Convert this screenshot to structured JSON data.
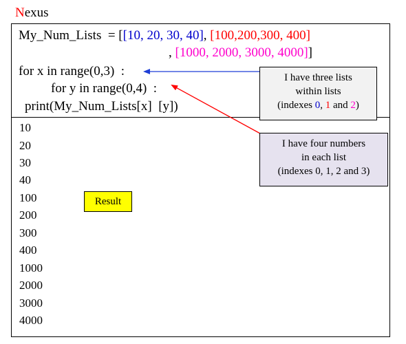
{
  "title": {
    "first": "N",
    "rest": "exus"
  },
  "code": {
    "line1_prefix": "My_Num_Lists  = [",
    "list1": "[10, 20, 30, 40]",
    "sep1": ", ",
    "list2": "[100,200,300, 400]",
    "line2_prefix": ", ",
    "list3": "[1000, 2000, 3000, 4000]",
    "line2_suffix": "]",
    "for_x": "for x in range(0,3)  :",
    "for_y": "for y in range(0,4)  :",
    "print": "print(My_Num_Lists[x]  [y])"
  },
  "callout1": {
    "line1": "I have three lists",
    "line2": "within lists",
    "prefix": "(indexes ",
    "idx0": "0",
    "sep": ", ",
    "idx1": "1",
    "and": " and ",
    "idx2": "2",
    "suffix": ")"
  },
  "callout2": {
    "line1": "I have four numbers",
    "line2": "in each list",
    "line3": "(indexes 0, 1, 2 and 3)"
  },
  "result_label": "Result",
  "output": [
    "10",
    "20",
    "30",
    "40",
    "100",
    "200",
    "300",
    "400",
    "1000",
    "2000",
    "3000",
    "4000"
  ],
  "colors": {
    "title_accent": "#ff0000",
    "list1": "#0000cc",
    "list2": "#ff0000",
    "list3": "#ff00cc",
    "result_bg": "#ffff00",
    "callout2_bg": "#e6e2ef"
  }
}
